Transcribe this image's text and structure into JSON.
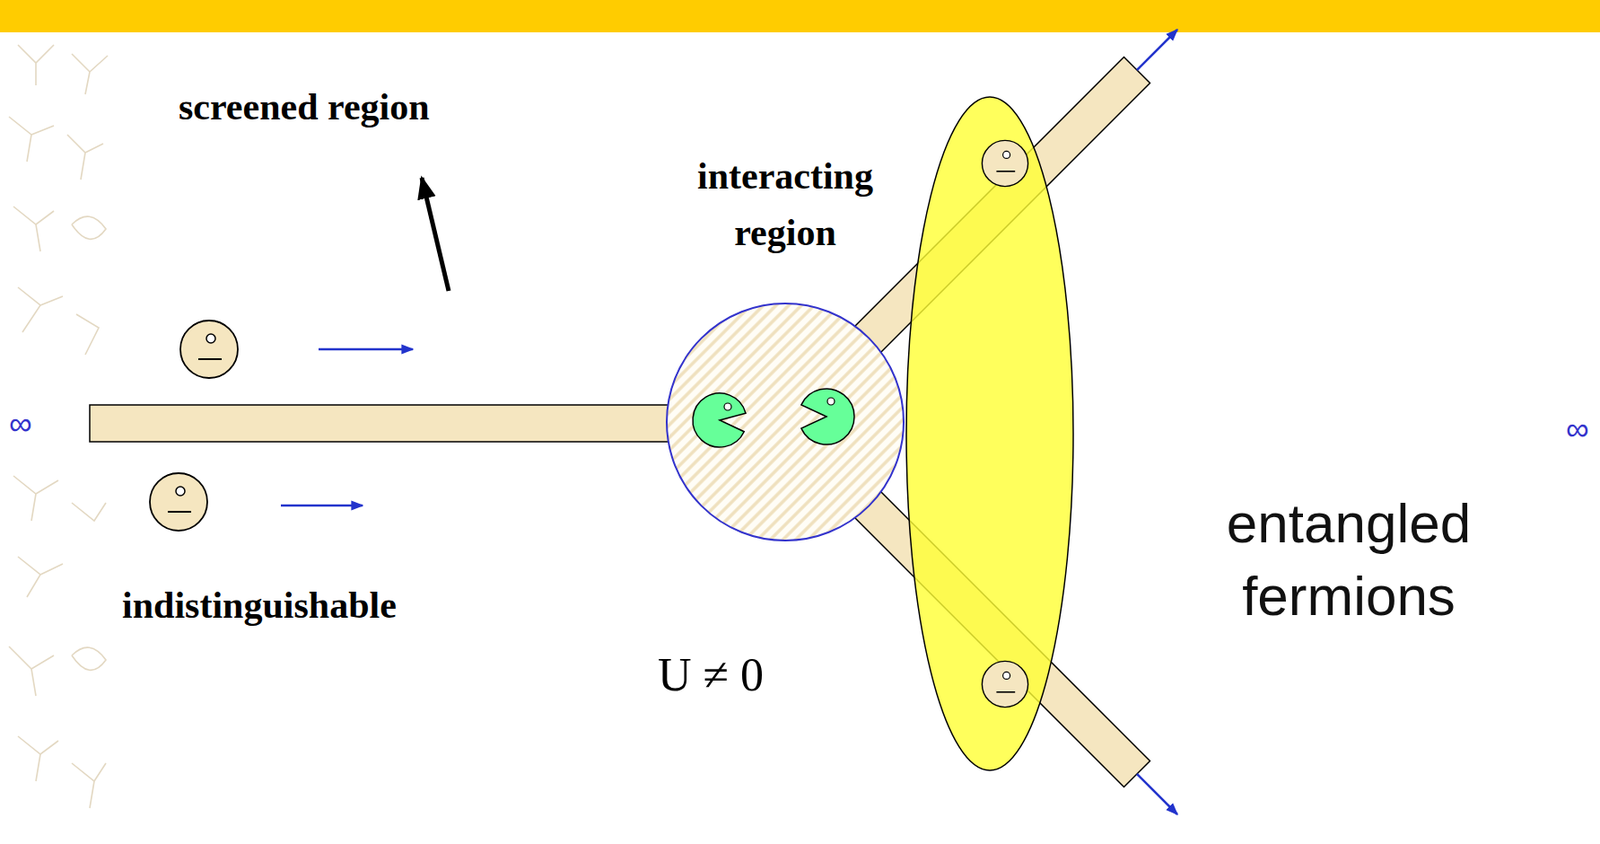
{
  "diagram": {
    "nodes": [
      {
        "text": [
          "interacting region"
        ]
      }
    ],
    "labels": [
      "screened region",
      "indistinguishable",
      "U ≠ 0",
      "entangled fermions",
      "∞",
      "∞"
    ]
  }
}
